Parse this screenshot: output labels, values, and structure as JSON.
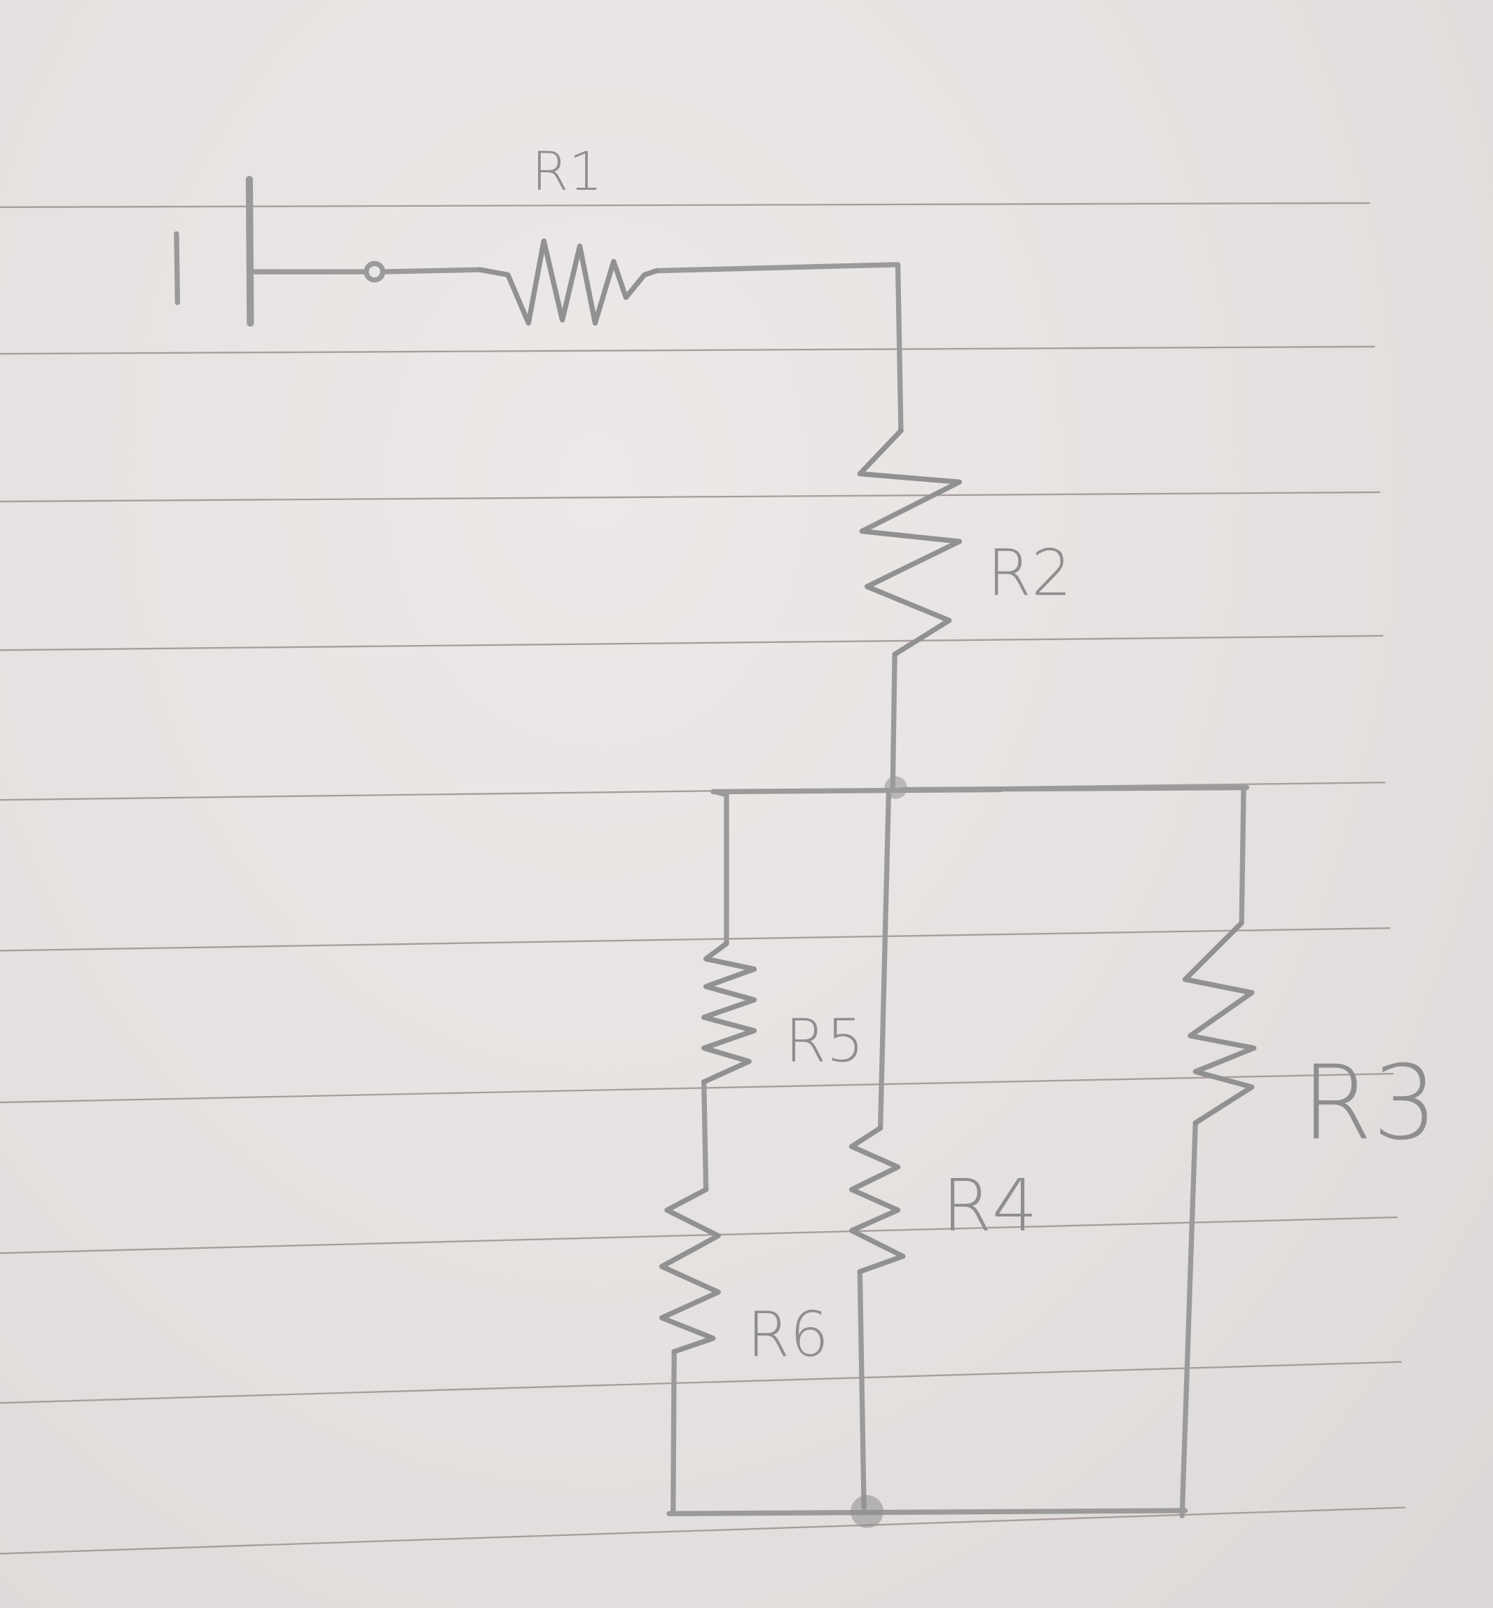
{
  "diagram": {
    "type": "hand-drawn resistor circuit",
    "labels": {
      "r1": "R1",
      "r2": "R2",
      "r3": "R3",
      "r4": "R4",
      "r5": "R5",
      "r6": "R6"
    },
    "colors": {
      "paper": "#e6e2e1",
      "pencil": "#9b9a9a",
      "ruled_lines": "#a79e9c"
    }
  }
}
